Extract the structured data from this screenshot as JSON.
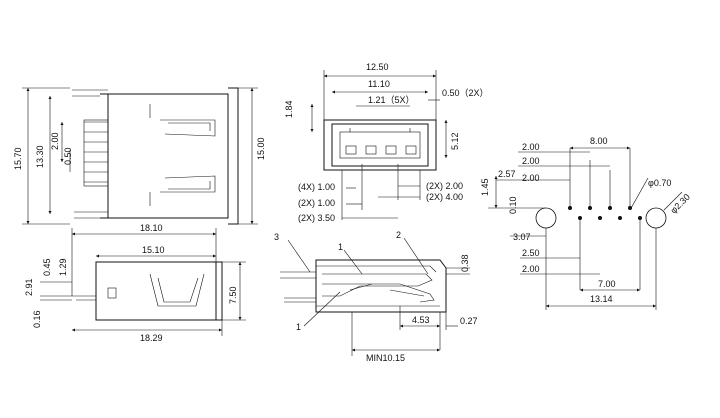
{
  "side_view": {
    "dims": [
      "15.70",
      "13.30",
      "2.00",
      "0.50",
      "15.00"
    ]
  },
  "front_view": {
    "dims": [
      "12.50",
      "11.10",
      "0.50（2X）",
      "1.84",
      "1.21（5X）",
      "5.12",
      "(4X) 1.00",
      "(2X) 1.00",
      "(2X) 3.50",
      "(2X) 2.00",
      "(2X) 4.00"
    ]
  },
  "footprint_view": {
    "dims": [
      "8.00",
      "2.00",
      "2.00",
      "2.57",
      "2.00",
      "1.45",
      "0.10",
      "φ0.70",
      "φ2.30",
      "3.07",
      "2.50",
      "2.00",
      "7.00",
      "13.14"
    ]
  },
  "top_view": {
    "dims": [
      "18.10",
      "15.10",
      "0.45",
      "1.29",
      "2.91",
      "0.16",
      "7.50",
      "18.29"
    ]
  },
  "section_view": {
    "callouts": [
      "3",
      "1",
      "2",
      "1"
    ],
    "dims": [
      "0.38",
      "4.53",
      "0.27",
      "MIN10.15"
    ]
  }
}
